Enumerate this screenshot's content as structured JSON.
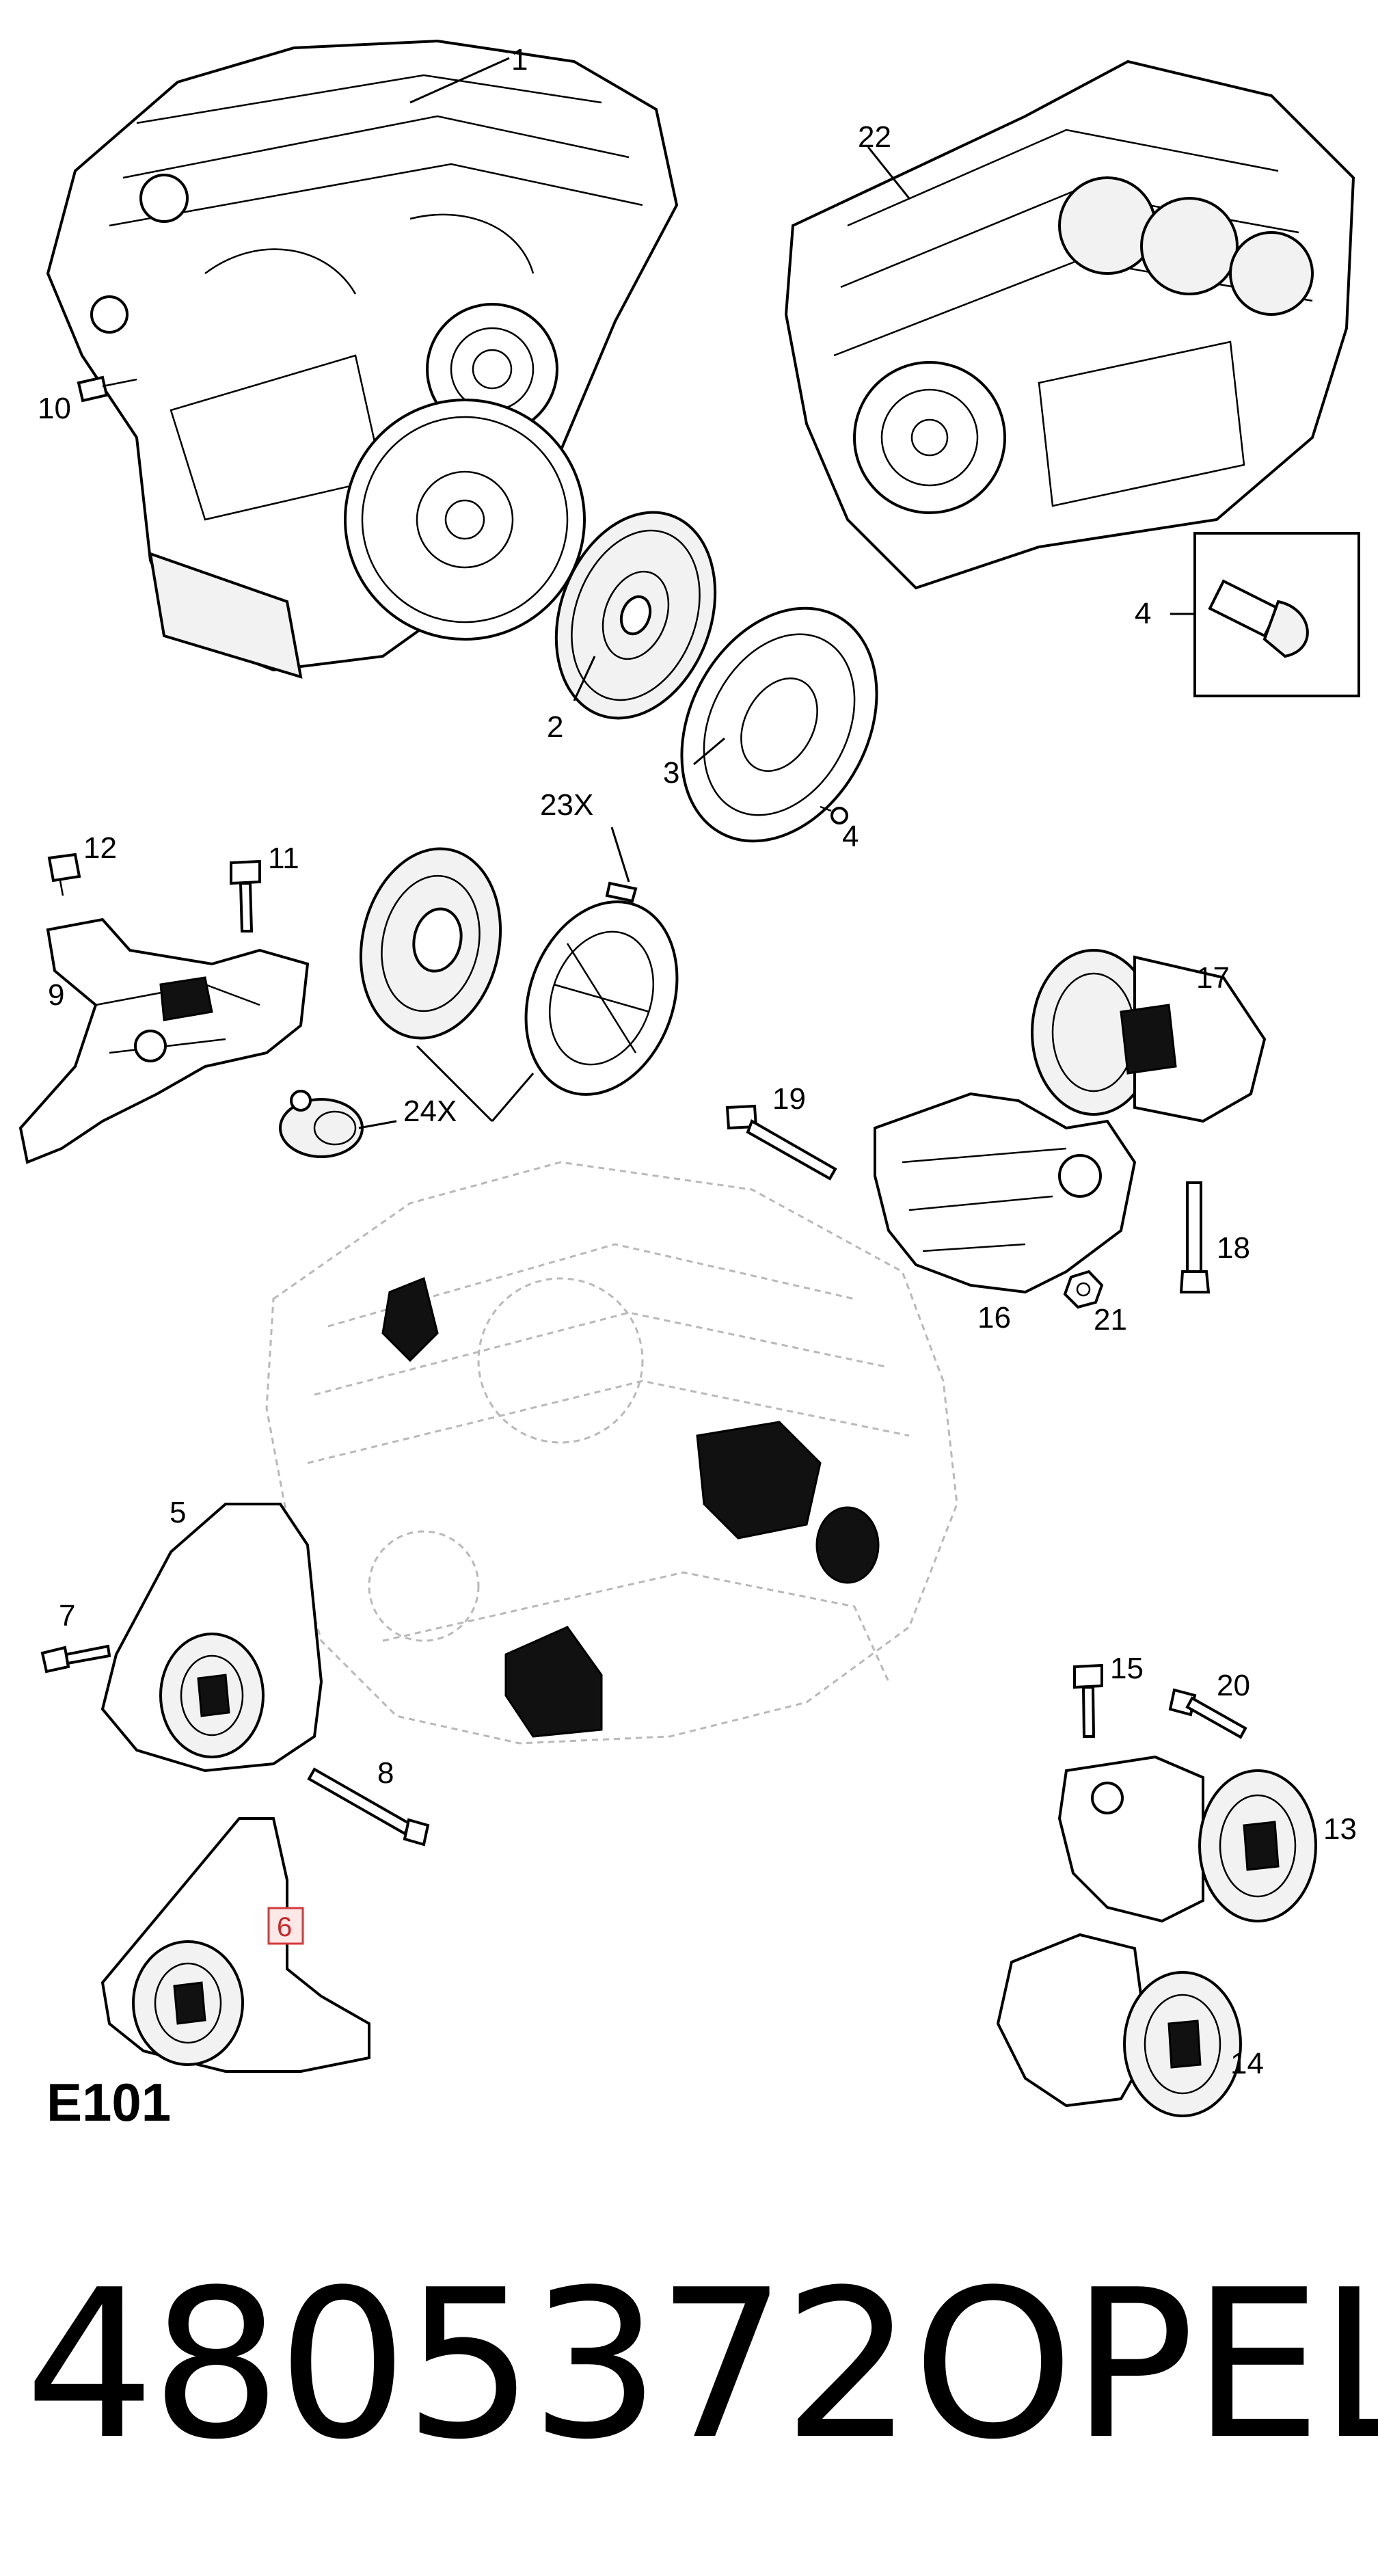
{
  "diagram": {
    "callouts": {
      "c1": "1",
      "c2": "2",
      "c3": "3",
      "c4a": "4",
      "c4b": "4",
      "c5": "5",
      "c6": "6",
      "c7": "7",
      "c8": "8",
      "c9": "9",
      "c10": "10",
      "c11": "11",
      "c12": "12",
      "c13": "13",
      "c14": "14",
      "c15": "15",
      "c16": "16",
      "c17": "17",
      "c18": "18",
      "c19": "19",
      "c20": "20",
      "c21": "21",
      "c22": "22",
      "c23": "23X",
      "c24": "24X"
    },
    "highlighted_callout": "6",
    "highlight_color": "#d23a3a"
  },
  "diagram_code": "E101",
  "part_number": "4805372",
  "brand": "OPEL"
}
